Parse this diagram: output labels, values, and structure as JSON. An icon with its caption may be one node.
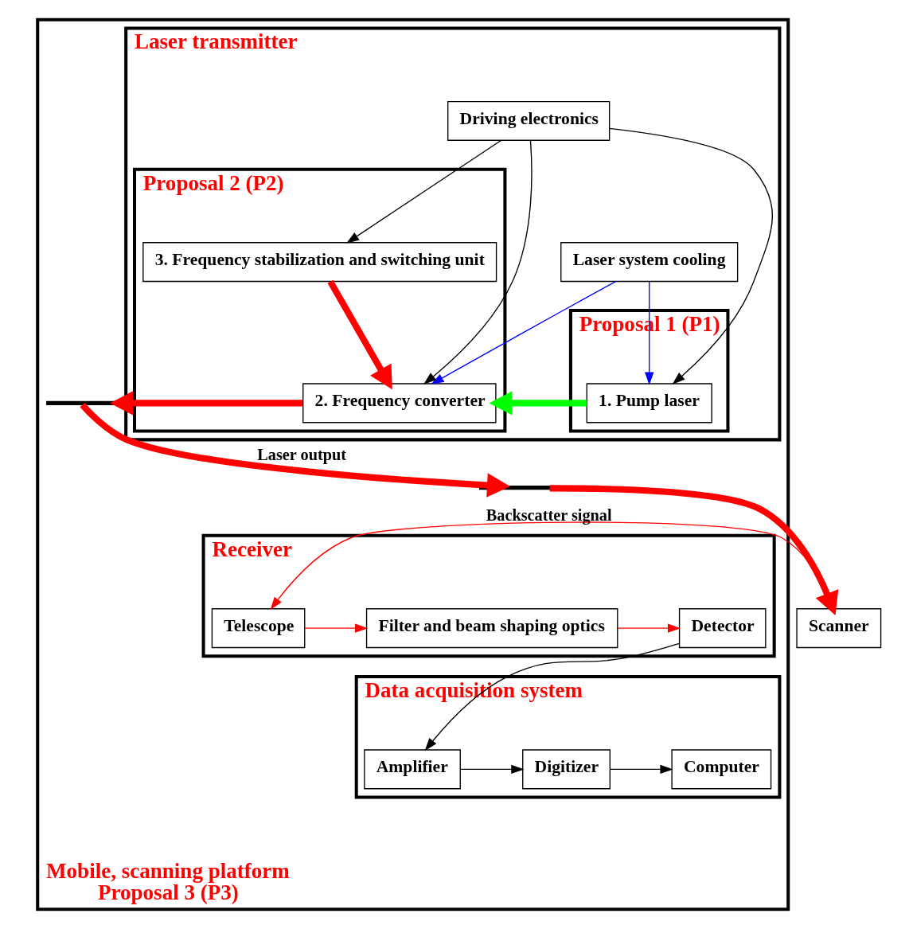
{
  "diagram": {
    "nodes": [
      {
        "text": [
          "Mobile, scanning platform",
          "Proposal 3 (P3)"
        ]
      },
      {
        "text": [
          "Laser transmitter"
        ],
        "in": 0
      },
      {
        "text": [
          "Proposal 1 (P1)"
        ],
        "in": 1
      },
      {
        "text": [
          "1. Pump laser"
        ],
        "in": 2
      },
      {
        "text": [
          "Proposal 2 (P2)"
        ],
        "in": 1
      },
      {
        "text": [
          "2. Frequency converter"
        ],
        "in": 4
      },
      {
        "text": [
          "3. Frequency stabilization and switching unit"
        ],
        "in": 4
      },
      {
        "text": [
          "Laser system cooling"
        ],
        "in": 1
      },
      {
        "text": [
          "Driving electronics"
        ],
        "in": 1
      },
      {
        "text": [],
        "shape": "line",
        "in": 0
      },
      {
        "text": [],
        "shape": "line",
        "in": 0
      },
      {
        "text": [
          "Scanner"
        ]
      },
      {
        "text": [
          "Receiver"
        ],
        "in": 0
      },
      {
        "text": [
          "Detector"
        ],
        "in": 12
      },
      {
        "text": [
          "Filter and beam shaping optics"
        ],
        "in": 12
      },
      {
        "text": [
          "Telescope"
        ],
        "in": 12
      },
      {
        "text": [
          "Data acquisition system"
        ],
        "in": 0
      },
      {
        "text": [
          "Amplifier"
        ],
        "in": 16
      },
      {
        "text": [
          "Digitizer"
        ],
        "in": 16
      },
      {
        "text": [
          "Computer"
        ],
        "in": 16
      }
    ],
    "edges": [
      {
        "from": 3,
        "to": 5,
        "arrow": "to",
        "style": "thick",
        "color": "#00ff00"
      },
      {
        "from": 5,
        "to": 9,
        "arrow": "to",
        "style": "thick",
        "color": "#ff0000"
      },
      {
        "from": 9,
        "to": 10,
        "arrow": "to",
        "style": "thick",
        "color": "#ff0000",
        "label": "Laser output"
      },
      {
        "from": 10,
        "to": 11,
        "arrow": "to",
        "style": "thick",
        "color": "#ff0000"
      },
      {
        "from": 11,
        "to": 15,
        "arrow": "to",
        "color": "#ff0000",
        "label": "Backscatter signal"
      },
      {
        "from": 15,
        "to": 14,
        "arrow": "to",
        "color": "#ff0000"
      },
      {
        "from": 14,
        "to": 13,
        "arrow": "to",
        "color": "#ff0000"
      },
      {
        "from": 13,
        "to": 17,
        "arrow": "to",
        "color": "#000000"
      },
      {
        "from": 17,
        "to": 18,
        "arrow": "to",
        "color": "#000000"
      },
      {
        "from": 18,
        "to": 19,
        "arrow": "to",
        "color": "#000000"
      },
      {
        "from": 7,
        "to": 3,
        "arrow": "to",
        "color": "#0000ff"
      },
      {
        "from": 7,
        "to": 5,
        "arrow": "to",
        "color": "#0000ff"
      },
      {
        "from": 8,
        "to": 3,
        "arrow": "to",
        "color": "#000000"
      },
      {
        "from": 8,
        "to": 5,
        "arrow": "to",
        "color": "#000000"
      },
      {
        "from": 8,
        "to": 6,
        "arrow": "to",
        "color": "#000000"
      },
      {
        "from": 6,
        "to": 5,
        "arrow": "to",
        "style": "thick",
        "color": "#ff0000"
      }
    ]
  }
}
